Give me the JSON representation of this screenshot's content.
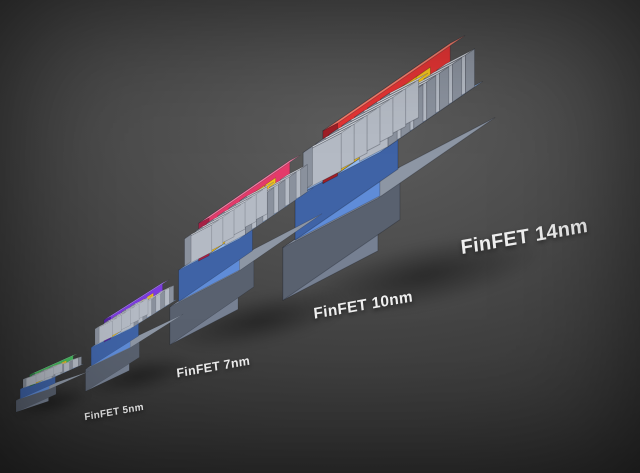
{
  "background": {
    "base": "#4b4b4b",
    "vignette": "#232323"
  },
  "palette": {
    "substrate_top": "#8d96a4",
    "substrate_front": "#768092",
    "substrate_side": "#59616f",
    "body_top": "#93b9ee",
    "body_front": "#5f8cd8",
    "body_side": "#3f63a6",
    "fin_light": "#e2e6ec",
    "fin_mid": "#b4bac4",
    "fin_dark": "#8a919d",
    "oxide": "#f2c21d",
    "label_color": "#efefef"
  },
  "models": [
    {
      "id": "finfet-5nm",
      "label": "FinFET 5nm",
      "fins": 4,
      "gate": "#45b85e",
      "gate_top": "#8ce2a0",
      "gate_dark": "#2e8444"
    },
    {
      "id": "finfet-7nm",
      "label": "FinFET 7nm",
      "fins": 5,
      "gate": "#7d3be0",
      "gate_top": "#a87ef0",
      "gate_dark": "#5624a4"
    },
    {
      "id": "finfet-10nm",
      "label": "FinFET 10nm",
      "fins": 6,
      "gate": "#e43a6a",
      "gate_top": "#f383a6",
      "gate_dark": "#a62145"
    },
    {
      "id": "finfet-14nm",
      "label": "FinFET 14nm",
      "fins": 7,
      "gate": "#e23434",
      "gate_top": "#f47f6d",
      "gate_dark": "#9f1f26"
    }
  ]
}
